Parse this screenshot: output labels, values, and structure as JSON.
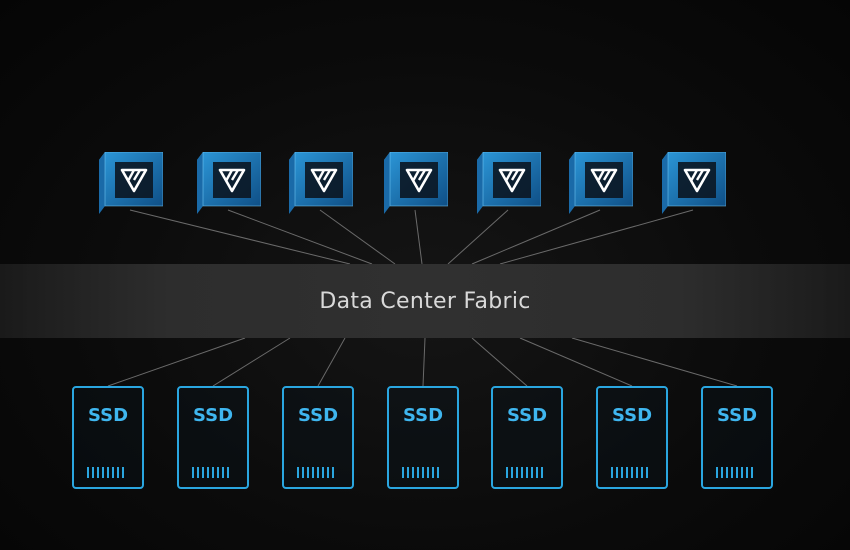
{
  "fabric": {
    "label": "Data Center Fabric"
  },
  "colors": {
    "background": "#0b0b0b",
    "fabric_band": "#2e2e2e",
    "accent_blue": "#2aa6e0",
    "cube_front": "#1f7fbf",
    "cube_top": "#4fc3f7",
    "link_line": "#6a6a6a"
  },
  "compute_nodes": [
    {
      "icon": "logo-triangle-icon"
    },
    {
      "icon": "logo-triangle-icon"
    },
    {
      "icon": "logo-triangle-icon"
    },
    {
      "icon": "logo-triangle-icon"
    },
    {
      "icon": "logo-triangle-icon"
    },
    {
      "icon": "logo-triangle-icon"
    },
    {
      "icon": "logo-triangle-icon"
    }
  ],
  "drives": [
    {
      "label": "SSD"
    },
    {
      "label": "SSD"
    },
    {
      "label": "SSD"
    },
    {
      "label": "SSD"
    },
    {
      "label": "SSD"
    },
    {
      "label": "SSD"
    },
    {
      "label": "SSD"
    }
  ]
}
